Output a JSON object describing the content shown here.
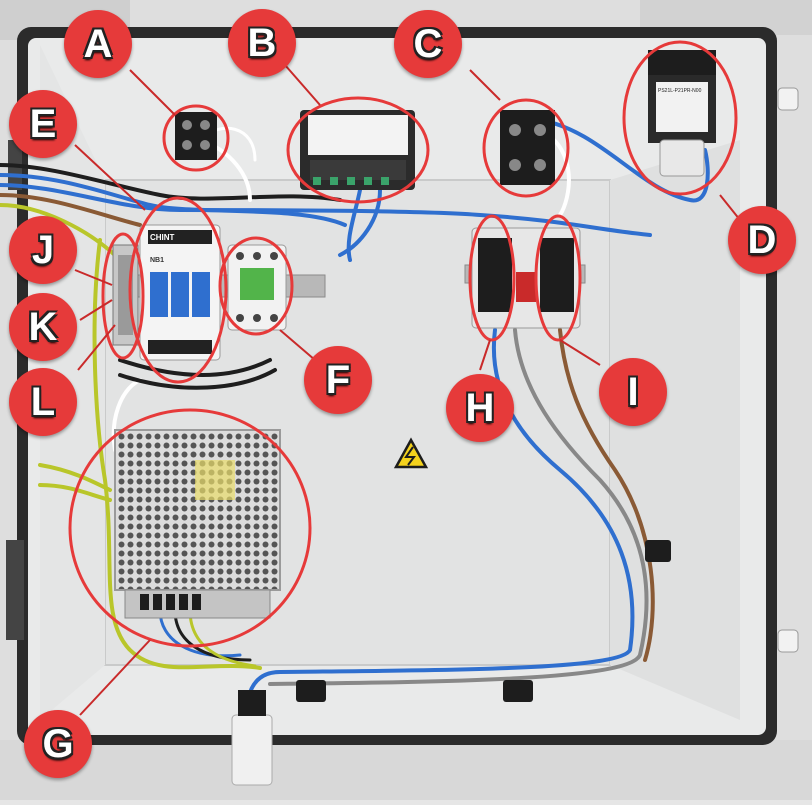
{
  "photo": {
    "subject": "electrical-control-enclosure",
    "colors": {
      "enclosure_interior": "#e9eaea",
      "enclosure_frame": "#2a2a2a",
      "callout_red": "#e63a3a",
      "wire_blue": "#2f6fcf",
      "wire_brown": "#8a5a35",
      "wire_black": "#1e1e1e",
      "wire_yellow_green": "#b9c62a",
      "warning_yellow": "#f4d21c"
    }
  },
  "callouts": [
    {
      "letter": "A"
    },
    {
      "letter": "B"
    },
    {
      "letter": "C"
    },
    {
      "letter": "D"
    },
    {
      "letter": "E"
    },
    {
      "letter": "F"
    },
    {
      "letter": "G"
    },
    {
      "letter": "H"
    },
    {
      "letter": "I"
    },
    {
      "letter": "J"
    },
    {
      "letter": "K"
    },
    {
      "letter": "L"
    }
  ],
  "devices": {
    "breaker_brand": "CHINT",
    "breaker_model": "NB1",
    "sensor_model": "PS21L-P21PR-N00"
  },
  "icons": {
    "warning": "high-voltage-warning-icon"
  }
}
